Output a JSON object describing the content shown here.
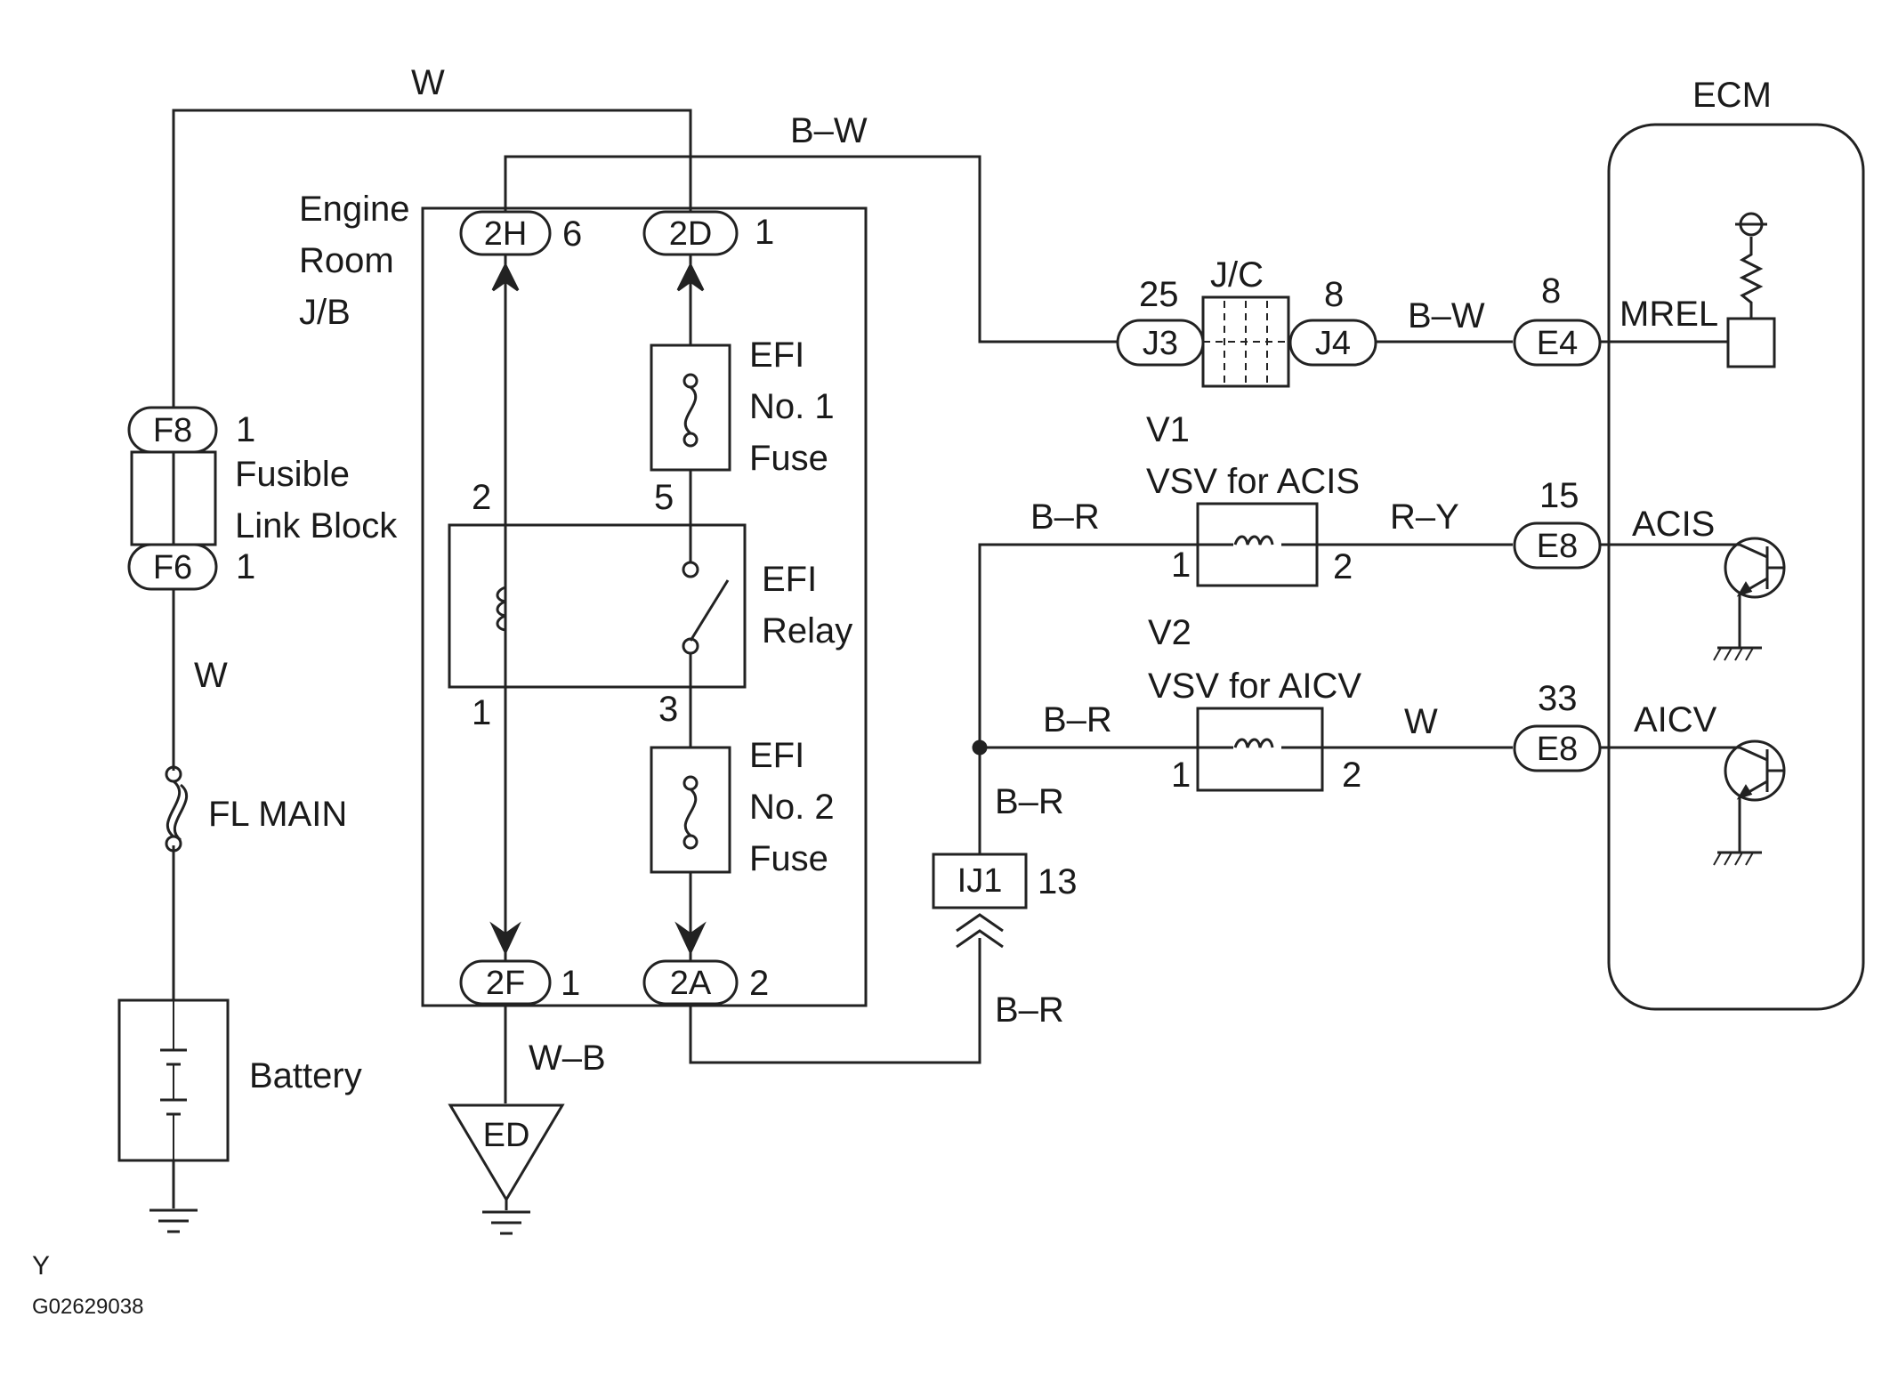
{
  "wire_labels": {
    "w_top": "W",
    "bw_top": "B–W",
    "w_left": "W",
    "wb": "W–B",
    "bw_ecm": "B–W",
    "br_v1": "B–R",
    "ry": "R–Y",
    "br_v2": "B–R",
    "w_v2": "W",
    "br_vertical": "B–R",
    "br_bottom": "B–R"
  },
  "connectors": {
    "F8": {
      "name": "F8",
      "pin": "1"
    },
    "F6": {
      "name": "F6",
      "pin": "1"
    },
    "2H": {
      "name": "2H",
      "pin": "6"
    },
    "2D": {
      "name": "2D",
      "pin": "1"
    },
    "2F": {
      "name": "2F",
      "pin": "1"
    },
    "2A": {
      "name": "2A",
      "pin": "2"
    },
    "J3": {
      "name": "J3",
      "pin": "25"
    },
    "J4": {
      "name": "J4",
      "pin": "8"
    },
    "E4": {
      "name": "E4",
      "pin": "8"
    },
    "E8a": {
      "name": "E8",
      "pin": "15"
    },
    "E8b": {
      "name": "E8",
      "pin": "33"
    },
    "IJ1": {
      "name": "IJ1",
      "pin": "13"
    },
    "ED": {
      "name": "ED"
    }
  },
  "labels": {
    "engine_room_jb": [
      "Engine",
      "Room",
      "J/B"
    ],
    "fusible_link_block": [
      "Fusible",
      "Link Block"
    ],
    "fl_main": "FL MAIN",
    "battery": "Battery",
    "efi_no1_fuse": [
      "EFI",
      "No. 1",
      "Fuse"
    ],
    "efi_no2_fuse": [
      "EFI",
      "No. 2",
      "Fuse"
    ],
    "efi_relay": [
      "EFI",
      "Relay"
    ],
    "relay_pins": {
      "p2": "2",
      "p5": "5",
      "p1": "1",
      "p3": "3"
    },
    "jc": "J/C",
    "v1": [
      "V1",
      "VSV for ACIS"
    ],
    "v2": [
      "V2",
      "VSV for AICV"
    ],
    "v1_pins": {
      "p1": "1",
      "p2": "2"
    },
    "v2_pins": {
      "p1": "1",
      "p2": "2"
    },
    "ecm": "ECM",
    "mrel": "MREL",
    "acis": "ACIS",
    "aicv": "AICV",
    "corner_letter": "Y",
    "figure_code": "G02629038"
  }
}
